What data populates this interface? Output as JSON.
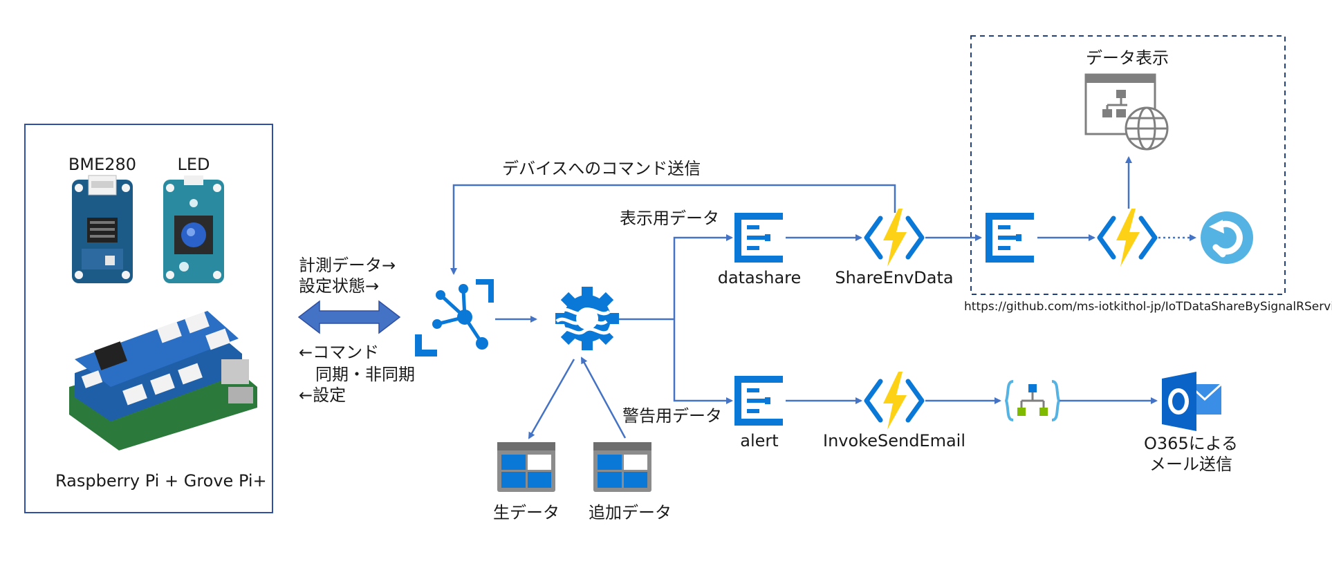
{
  "device": {
    "sensor_label": "BME280",
    "led_label": "LED",
    "board_label": "Raspberry Pi + Grove Pi+"
  },
  "link": {
    "up1": "計測データ→",
    "up2": "設定状態→",
    "down1": "←コマンド",
    "down2": "同期・非同期",
    "down3": "←設定"
  },
  "flow": {
    "command_label": "デバイスへのコマンド送信",
    "display_data_label": "表示用データ",
    "alert_data_label": "警告用データ",
    "hub1_label": "datashare",
    "hub2_label": "alert",
    "func1_label": "ShareEnvData",
    "func2_label": "InvokeSendEmail",
    "raw_storage_label": "生データ",
    "extra_storage_label": "追加データ",
    "outlook_label1": "O365による",
    "outlook_label2": "メール送信"
  },
  "display_box": {
    "title": "データ表示",
    "url": "https://github.com/ms-iotkithol-jp/IoTDataShareBySignalRService"
  },
  "colors": {
    "arrow": "#4472c4",
    "device_border": "#2f4fa2",
    "azure_blue": "#0a78d7",
    "lightning": "#fcd116",
    "signalr": "#55b3e3",
    "outlook": "#0a64c8",
    "grey_icon": "#7f7f7f"
  },
  "icons": [
    "iot-hub-icon",
    "stream-analytics-icon",
    "event-hub-icon",
    "function-icon",
    "storage-table-icon",
    "web-app-icon",
    "signalr-icon",
    "logic-app-icon",
    "outlook-icon",
    "double-arrow-icon",
    "raspberry-pi-image",
    "bme280-sensor-image",
    "led-button-image"
  ]
}
